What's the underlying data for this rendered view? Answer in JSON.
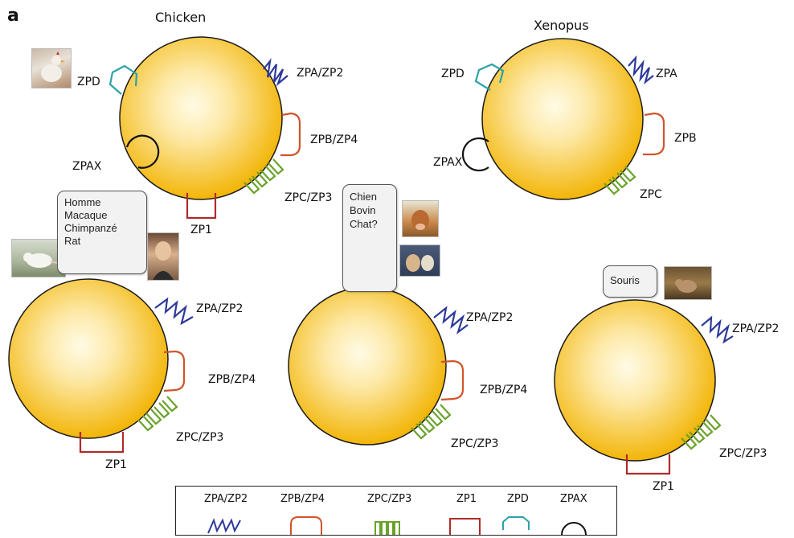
{
  "panel_letter": "a",
  "species": {
    "chicken": {
      "title": "Chicken",
      "labels": {
        "zpd": "ZPD",
        "zpa": "ZPA/ZP2",
        "zpb": "ZPB/ZP4",
        "zpax": "ZPAX",
        "zpc": "ZPC/ZP3",
        "zp1": "ZP1"
      }
    },
    "xenopus": {
      "title": "Xenopus",
      "labels": {
        "zpd": "ZPD",
        "zpa": "ZPA",
        "zpb": "ZPB",
        "zpax": "ZPAX",
        "zpc": "ZPC"
      }
    },
    "human_group": {
      "callout": [
        "Homme",
        "Macaque",
        "Chimpanzé",
        "Rat"
      ],
      "labels": {
        "zpa": "ZPA/ZP2",
        "zpb": "ZPB/ZP4",
        "zpc": "ZPC/ZP3",
        "zp1": "ZP1"
      }
    },
    "dog_group": {
      "callout": [
        "Chien",
        "Bovin",
        "Chat?"
      ],
      "labels": {
        "zpa": "ZPA/ZP2",
        "zpb": "ZPB/ZP4",
        "zpc": "ZPC/ZP3"
      }
    },
    "mouse": {
      "callout": [
        "Souris"
      ],
      "labels": {
        "zpa": "ZPA/ZP2",
        "zpc": "ZPC/ZP3",
        "zp1": "ZP1"
      }
    }
  },
  "legend": {
    "items": [
      {
        "label": "ZPA/ZP2",
        "icon": "zigzag-icon"
      },
      {
        "label": "ZPB/ZP4",
        "icon": "bracket-icon"
      },
      {
        "label": "ZPC/ZP3",
        "icon": "coil-icon"
      },
      {
        "label": "ZP1",
        "icon": "square-bracket-icon"
      },
      {
        "label": "ZPD",
        "icon": "cap-icon"
      },
      {
        "label": "ZPAX",
        "icon": "arc-icon"
      }
    ]
  },
  "colors": {
    "egg_center": "#fffbe6",
    "egg_edge": "#f2b300",
    "egg_stroke": "#1a1a1a",
    "zpa": "#2e3a9a",
    "zpb": "#d0542a",
    "zpc": "#6aa22a",
    "zp1": "#b02a2a",
    "zpd": "#2aa3a8",
    "zpax": "#111111"
  }
}
